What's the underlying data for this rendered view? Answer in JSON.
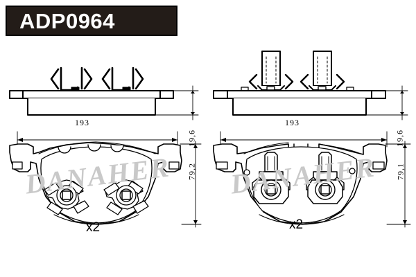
{
  "title": {
    "part_number": "ADP0964"
  },
  "watermark": {
    "text": "DANAHER"
  },
  "views": {
    "left": {
      "name": "front-axle-pad-with-spring-clips",
      "side_view_height_label": "19,6",
      "plan_width_label": "193",
      "plan_height_label": "79,2",
      "quantity_label": "x2"
    },
    "right": {
      "name": "front-axle-pad-with-wear-sensor-posts",
      "side_view_height_label": "19,6",
      "plan_width_label": "193",
      "plan_height_label": "79,1",
      "quantity_label": "x2"
    }
  },
  "colors": {
    "line": "#000000",
    "title_background": "#231c18",
    "title_text": "#ffffff",
    "watermark": "#c9c9c9",
    "page_background": "#ffffff"
  }
}
